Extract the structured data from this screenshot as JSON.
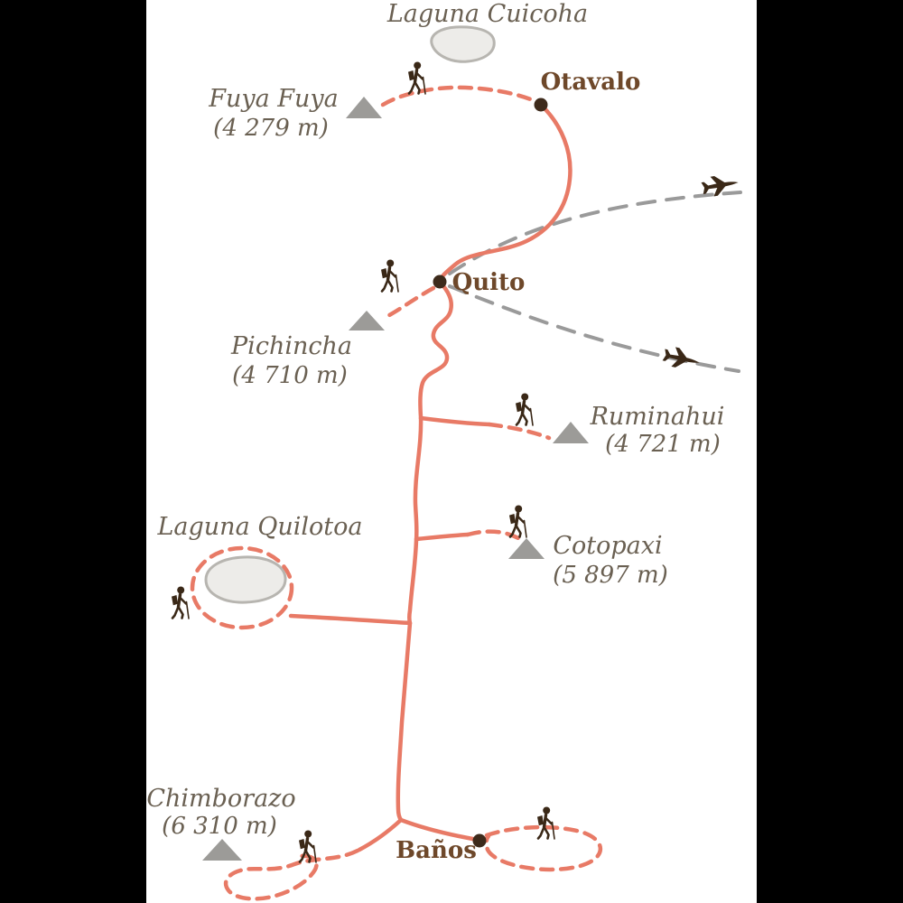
{
  "map": {
    "title": "Ecuador volcanoes trekking route map",
    "colors": {
      "route": "#e87a66",
      "flight_path": "#9a9a9a",
      "city_dot": "#3d2a1b",
      "peak_label": "#6a6052",
      "city_label": "#6e482a",
      "mountain": "#9c9b98",
      "lake_fill": "#edece9",
      "lake_outline": "#b7b5b0",
      "figure": "#3a2817",
      "canvas": "#ffffff",
      "letterbox": "#000000"
    },
    "lakes": [
      {
        "name": "Laguna Cuicoha"
      },
      {
        "name": "Laguna Quilotoa"
      }
    ],
    "cities": [
      {
        "name": "Otavalo"
      },
      {
        "name": "Quito"
      },
      {
        "name": "Baños"
      }
    ],
    "peaks": [
      {
        "name": "Fuya Fuya",
        "elevation": "(4 279 m)"
      },
      {
        "name": "Pichincha",
        "elevation": "(4 710 m)"
      },
      {
        "name": "Ruminahui",
        "elevation": "(4 721 m)"
      },
      {
        "name": "Cotopaxi",
        "elevation": "(5 897 m)"
      },
      {
        "name": "Chimborazo",
        "elevation": "(6 310 m)"
      }
    ],
    "icons": {
      "hiker": "hiker-icon",
      "plane": "airplane-icon",
      "peak": "mountain-icon",
      "city": "city-dot",
      "lake": "lake-shape"
    }
  }
}
